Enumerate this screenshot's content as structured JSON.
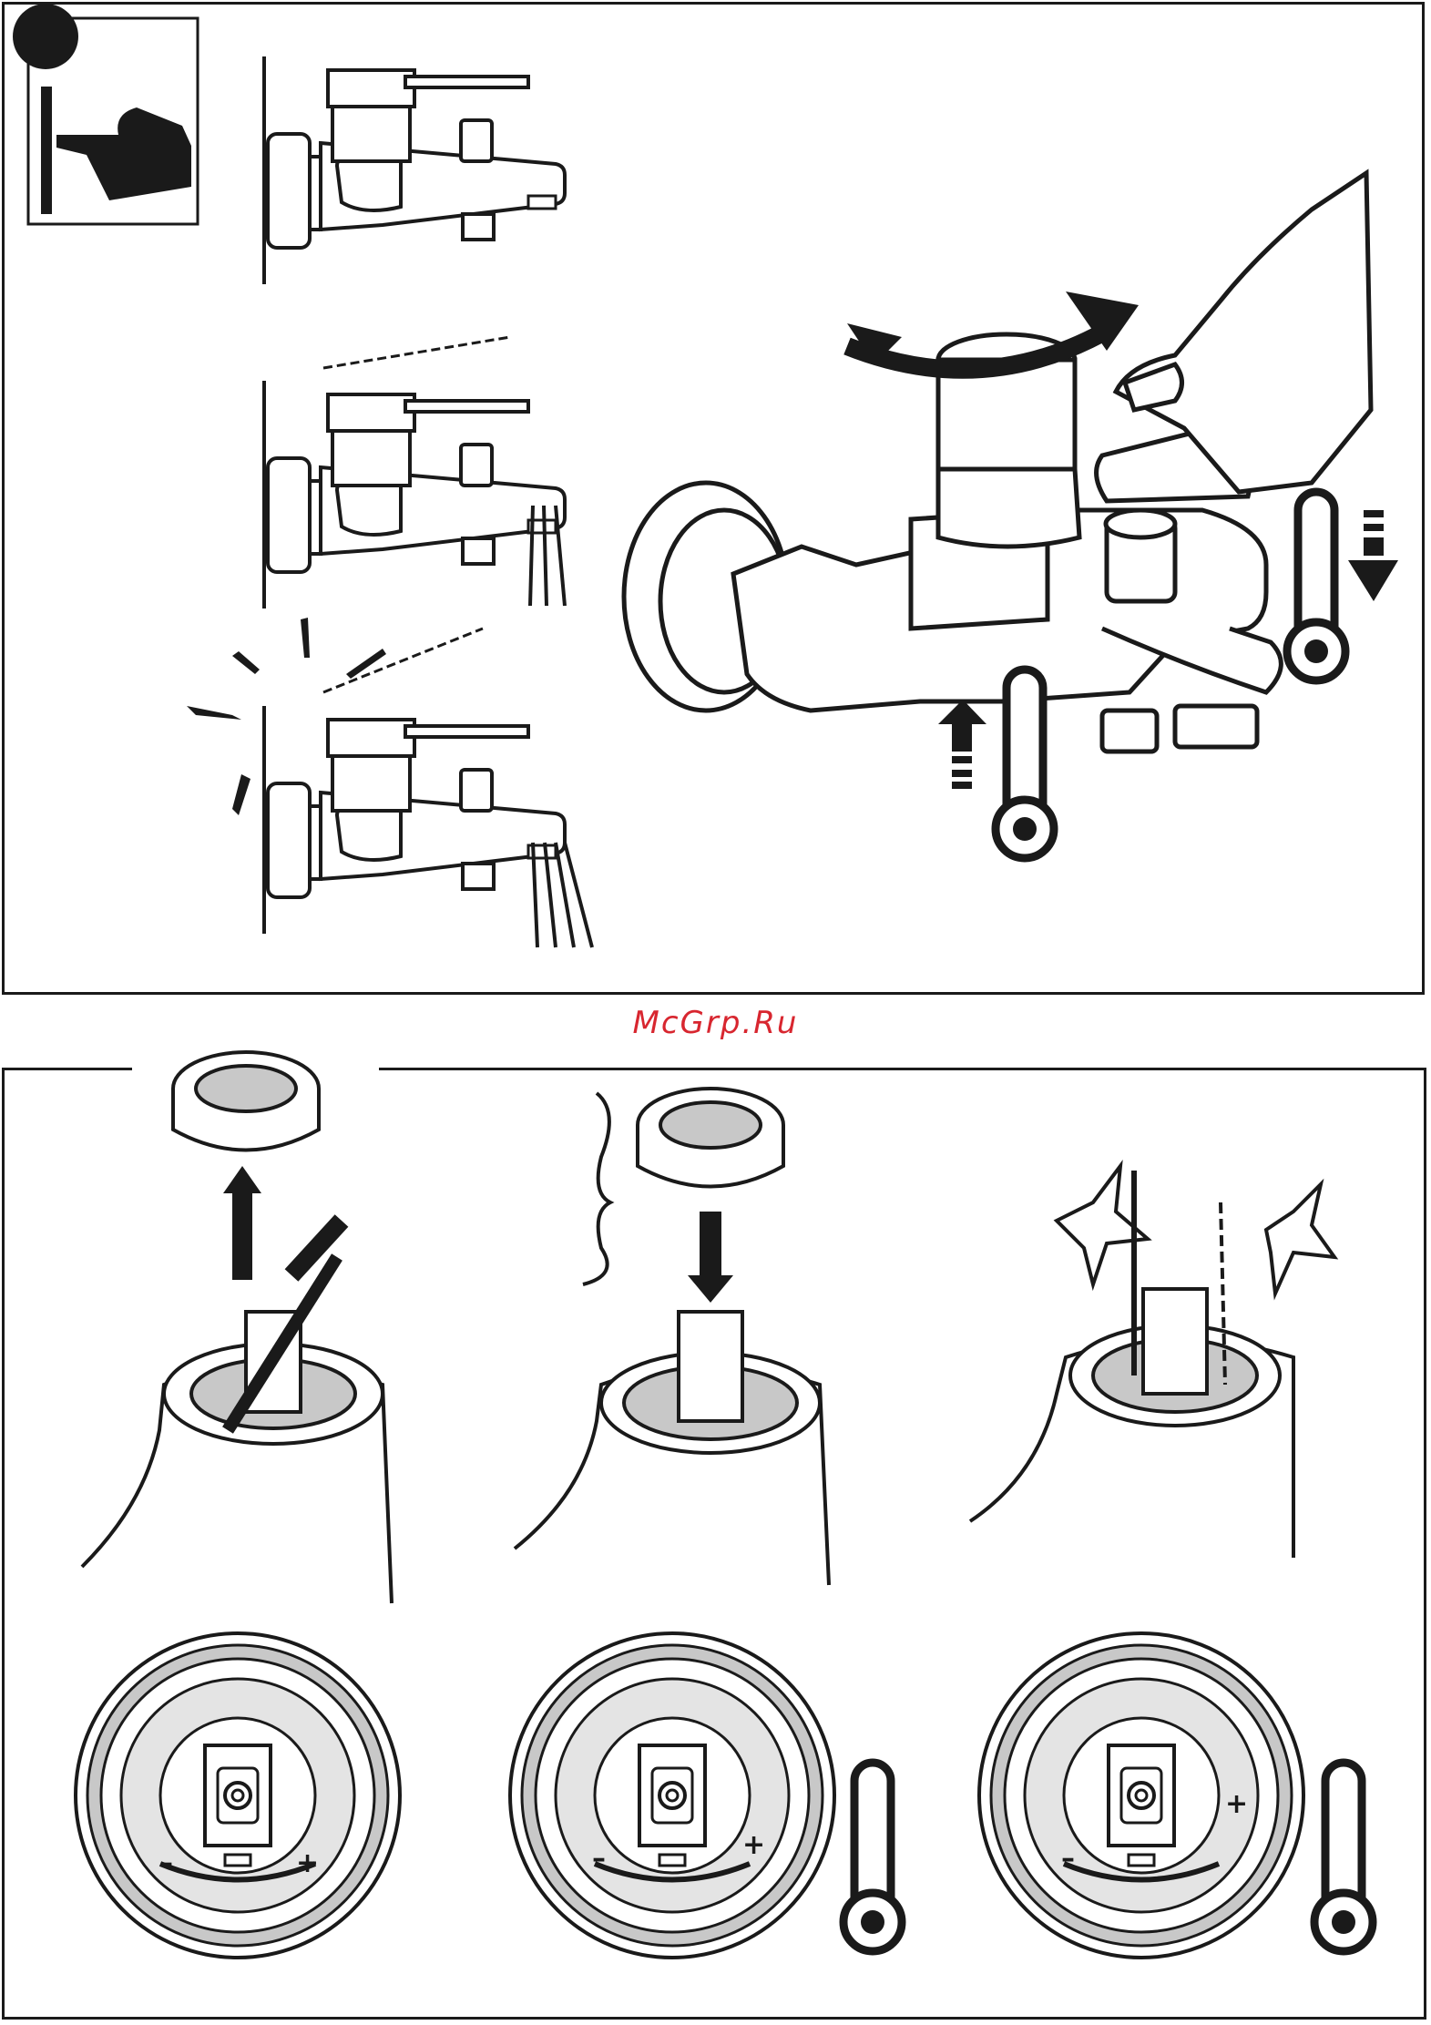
{
  "watermark": "McGrp.Ru",
  "panels": {
    "top": {
      "step_badge_icon": "filled-circle",
      "info_icon": "pointing-hand-icon",
      "faucet_states": [
        "closed",
        "open",
        "open-full"
      ],
      "main_illustration": "hand-rotating-mixer-handle",
      "hot_indicator": "thermometer-down",
      "cold_indicator": "thermometer-up"
    },
    "bottom": {
      "step_1": "remove-limiter-ring-with-screwdriver",
      "step_2": "reinstall-limiter-ring",
      "step_3": "rotate-spindle",
      "dial_marks": [
        "–",
        "+"
      ]
    }
  },
  "colors": {
    "line": "#1a1a1a",
    "watermark": "#d8262f",
    "shade": "#c8c8c8"
  }
}
